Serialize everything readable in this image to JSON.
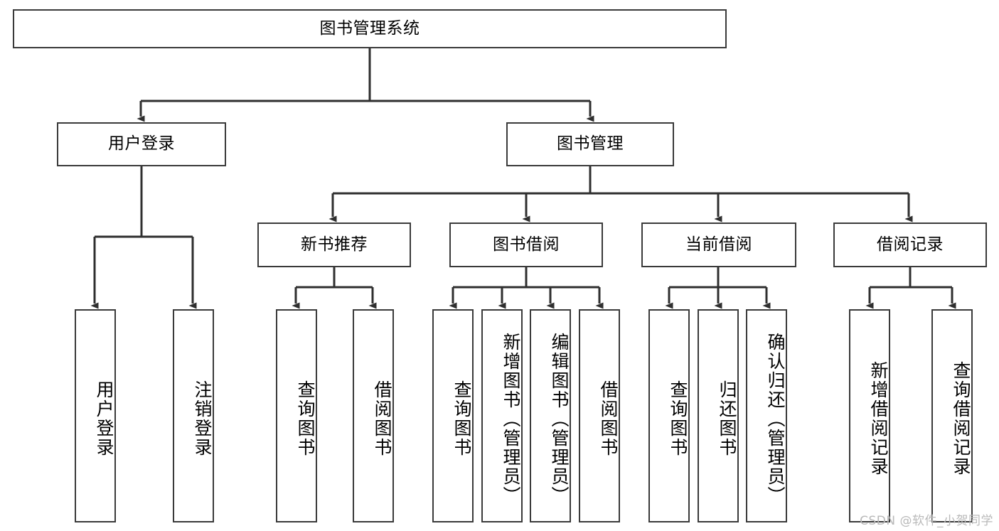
{
  "diagram": {
    "title": "图书管理系统",
    "type": "tree",
    "watermark": "CSDN @软件_小贺同学",
    "colors": {
      "box_border": "#3a3a3a",
      "box_fill": "#ffffff",
      "connector": "#2f2f2f",
      "text": "#000000",
      "watermark": "#b9b9b9"
    },
    "root": {
      "id": "root",
      "label": "图书管理系统"
    },
    "level1": [
      {
        "id": "user-login",
        "label": "用户登录"
      },
      {
        "id": "book-manage",
        "label": "图书管理"
      }
    ],
    "level2": [
      {
        "id": "new-book-rec",
        "label": "新书推荐",
        "parent": "book-manage"
      },
      {
        "id": "book-borrow",
        "label": "图书借阅",
        "parent": "book-manage"
      },
      {
        "id": "current-borrow",
        "label": "当前借阅",
        "parent": "book-manage"
      },
      {
        "id": "borrow-record",
        "label": "借阅记录",
        "parent": "book-manage"
      }
    ],
    "leaves": [
      {
        "id": "leaf-user-login",
        "label": "用户登录",
        "parent": "user-login"
      },
      {
        "id": "leaf-logout-login",
        "label": "注销登录",
        "parent": "user-login"
      },
      {
        "id": "leaf-query-book-1",
        "label": "查询图书",
        "parent": "new-book-rec"
      },
      {
        "id": "leaf-borrow-book-1",
        "label": "借阅图书",
        "parent": "new-book-rec"
      },
      {
        "id": "leaf-query-book-2",
        "label": "查询图书",
        "parent": "book-borrow"
      },
      {
        "id": "leaf-add-book",
        "label": "新增图书（管理员）",
        "parent": "book-borrow"
      },
      {
        "id": "leaf-edit-book",
        "label": "编辑图书（管理员）",
        "parent": "book-borrow"
      },
      {
        "id": "leaf-borrow-book-2",
        "label": "借阅图书",
        "parent": "book-borrow"
      },
      {
        "id": "leaf-query-book-3",
        "label": "查询图书",
        "parent": "current-borrow"
      },
      {
        "id": "leaf-return-book",
        "label": "归还图书",
        "parent": "current-borrow"
      },
      {
        "id": "leaf-confirm-return",
        "label": "确认归还（管理员）",
        "parent": "current-borrow"
      },
      {
        "id": "leaf-add-record",
        "label": "新增借阅记录",
        "parent": "borrow-record"
      },
      {
        "id": "leaf-query-record",
        "label": "查询借阅记录",
        "parent": "borrow-record"
      }
    ]
  }
}
